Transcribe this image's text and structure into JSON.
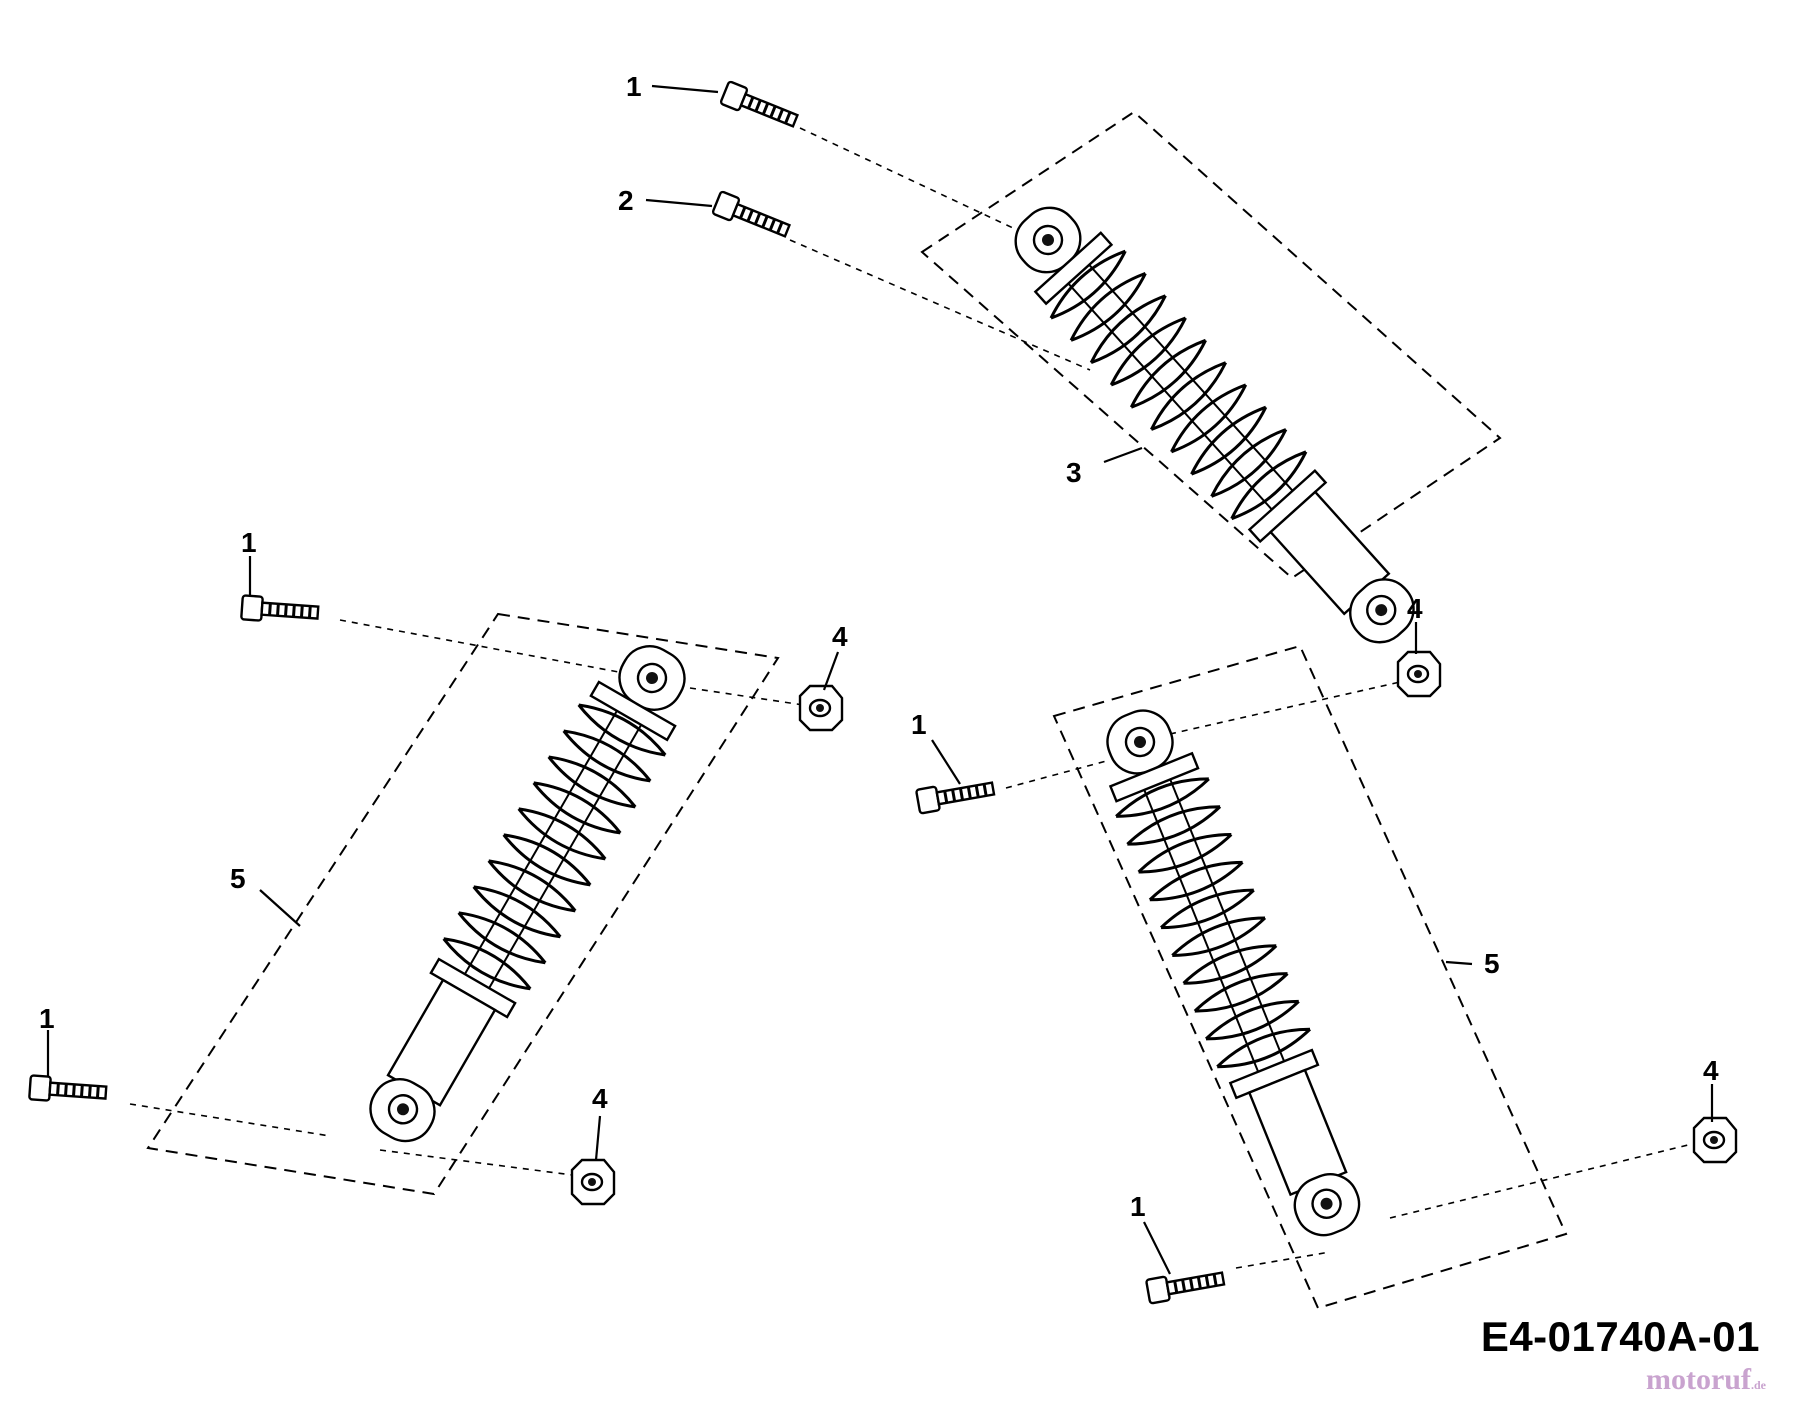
{
  "diagram": {
    "drawing_code": "E4-01740A-01",
    "watermark": {
      "name": "motoruf",
      "tld": ".de"
    },
    "callouts": {
      "c1": "1",
      "c2": "2",
      "c3": "3",
      "c4": "1",
      "c5": "4",
      "c6": "5",
      "c7": "1",
      "c8": "4",
      "c9": "4",
      "c10": "1",
      "c11": "5",
      "c12": "4",
      "c13": "1"
    }
  }
}
